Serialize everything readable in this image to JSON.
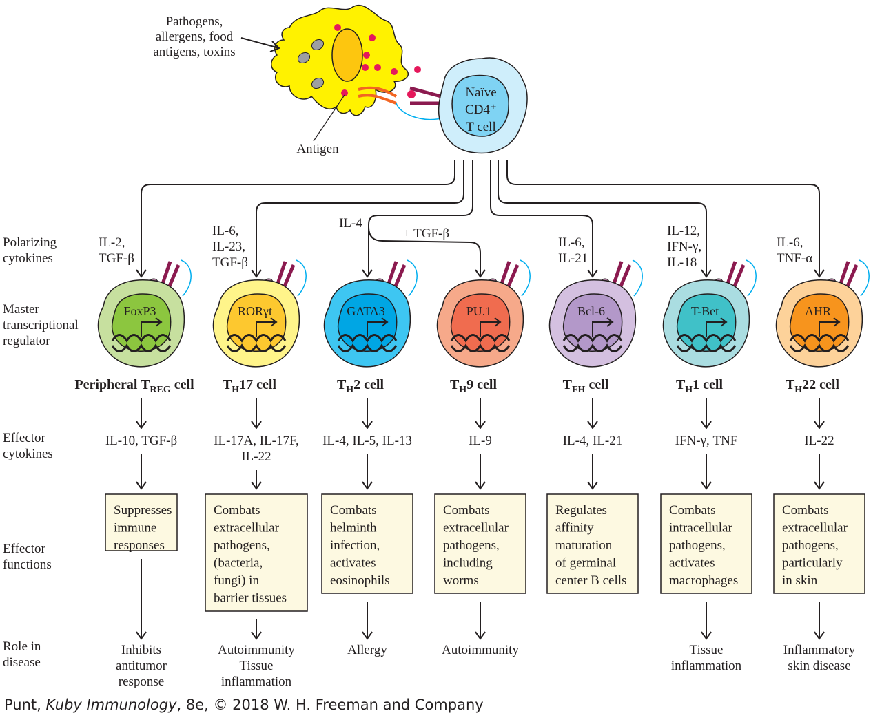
{
  "figure": {
    "credit_prefix": "Punt, ",
    "credit_title": "Kuby Immunology",
    "credit_suffix": ", 8e, © 2018 W. H. Freeman and Company"
  },
  "apc": {
    "source_label_lines": [
      "Pathogens,",
      "allergens, food",
      "antigens, toxins"
    ],
    "antigen_label": "Antigen",
    "colors": {
      "cytoplasm": "#fff200",
      "nucleus": "#fdc60f",
      "antigen": "#e5185b",
      "mhc": "#f26522",
      "tcr": "#8b1a4f"
    }
  },
  "naive_cell": {
    "label_lines": [
      "Naïve",
      "CD4⁺",
      "T cell"
    ],
    "colors": {
      "outer": "#cfeefb",
      "inner": "#7fd3f3"
    }
  },
  "row_labels": {
    "polarizing": [
      "Polarizing",
      "cytokines"
    ],
    "master": [
      "Master",
      "transcriptional",
      "regulator"
    ],
    "effector_cytokines": [
      "Effector",
      "cytokines"
    ],
    "effector_functions": [
      "Effector",
      "functions"
    ],
    "disease": [
      "Role in",
      "disease"
    ]
  },
  "tgf_beta_branch_label": "+ TGF-β",
  "subsets": [
    {
      "id": "treg",
      "name_main": "Peripheral T",
      "name_sub": "REG",
      "name_tail": " cell",
      "polarizing": [
        "IL-2,",
        "TGF-β"
      ],
      "regulator": "FoxP3",
      "outer_color": "#c7e09f",
      "inner_color": "#8cc63f",
      "effector_cytokines": [
        "IL-10, TGF-β"
      ],
      "function": [
        "Suppresses",
        "immune",
        "responses"
      ],
      "disease": [
        "Inhibits",
        "antitumor",
        "response"
      ]
    },
    {
      "id": "th17",
      "name_main": "T",
      "name_sub": "H",
      "name_tail": "17 cell",
      "polarizing": [
        "IL-6,",
        "IL-23,",
        "TGF-β"
      ],
      "regulator": "RORγt",
      "outer_color": "#fff48a",
      "inner_color": "#fdc82f",
      "effector_cytokines": [
        "IL-17A, IL-17F,",
        "IL-22"
      ],
      "function": [
        "Combats",
        "extracellular",
        "pathogens,",
        "(bacteria,",
        "fungi) in",
        "barrier tissues"
      ],
      "disease": [
        "Autoimmunity",
        "Tissue",
        "inflammation"
      ]
    },
    {
      "id": "th2",
      "name_main": "T",
      "name_sub": "H",
      "name_tail": "2 cell",
      "polarizing": [
        "IL-4"
      ],
      "regulator": "GATA3",
      "outer_color": "#3ec6f2",
      "inner_color": "#00a6e4",
      "effector_cytokines": [
        "IL-4, IL-5, IL-13"
      ],
      "function": [
        "Combats",
        "helminth",
        "infection,",
        "activates",
        "eosinophils"
      ],
      "disease": [
        "Allergy"
      ]
    },
    {
      "id": "th9",
      "name_main": "T",
      "name_sub": "H",
      "name_tail": "9 cell",
      "polarizing": [],
      "regulator": "PU.1",
      "outer_color": "#f6a98a",
      "inner_color": "#f06c4f",
      "effector_cytokines": [
        "IL-9"
      ],
      "function": [
        "Combats",
        "extracellular",
        "pathogens,",
        "including",
        "worms"
      ],
      "disease": [
        "Autoimmunity"
      ]
    },
    {
      "id": "tfh",
      "name_main": "T",
      "name_sub": "FH",
      "name_tail": " cell",
      "polarizing": [
        "IL-6,",
        "IL-21"
      ],
      "regulator": "Bcl-6",
      "outer_color": "#d4c0e0",
      "inner_color": "#b398c9",
      "effector_cytokines": [
        "IL-4, IL-21"
      ],
      "function": [
        "Regulates",
        "affinity",
        "maturation",
        "of germinal",
        "center B cells"
      ],
      "disease": []
    },
    {
      "id": "th1",
      "name_main": "T",
      "name_sub": "H",
      "name_tail": "1 cell",
      "polarizing": [
        "IL-12,",
        "IFN-γ,",
        "IL-18"
      ],
      "regulator": "T-Bet",
      "outer_color": "#aadde1",
      "inner_color": "#40c1c8",
      "effector_cytokines": [
        "IFN-γ, TNF"
      ],
      "function": [
        "Combats",
        "intracellular",
        "pathogens,",
        "activates",
        "macrophages"
      ],
      "disease": [
        "Tissue",
        "inflammation"
      ]
    },
    {
      "id": "th22",
      "name_main": "T",
      "name_sub": "H",
      "name_tail": "22 cell",
      "polarizing": [
        "IL-6,",
        "TNF-α"
      ],
      "regulator": "AHR",
      "outer_color": "#fdd29a",
      "inner_color": "#f7941d",
      "effector_cytokines": [
        "IL-22"
      ],
      "function": [
        "Combats",
        "extracellular",
        "pathogens,",
        "particularly",
        "in skin"
      ],
      "disease": [
        "Inflammatory",
        "skin disease"
      ]
    }
  ]
}
